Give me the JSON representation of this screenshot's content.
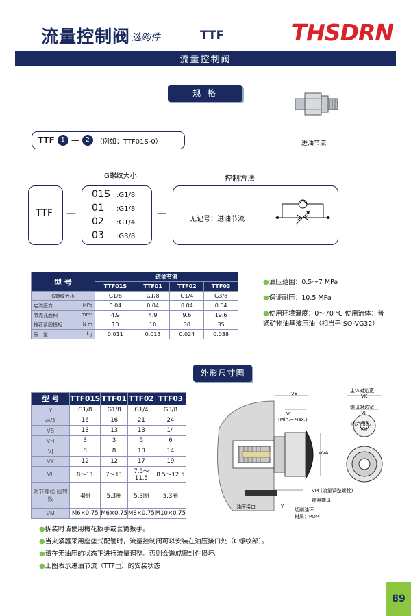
{
  "header": {
    "title": "流量控制阀",
    "subtitle": "选购件",
    "code": "TTF",
    "brand": "THSDRN",
    "band_title": "流量控制阀"
  },
  "spec_section": {
    "label": "规  格",
    "model_prefix": "TTF",
    "circle1": "1",
    "dash": "—",
    "circle2": "2",
    "example": "（例如：TTF01S-0）",
    "product_caption": "进油节流",
    "thread_caption": "G螺纹大小",
    "control_caption": "控制方法",
    "ttf_label": "TTF",
    "dash_left": "—",
    "dash_right": "—",
    "sizes": [
      {
        "code": "01S",
        "thread": ":G1/8"
      },
      {
        "code": "01",
        "thread": ":G1/8"
      },
      {
        "code": "02",
        "thread": ":G1/4"
      },
      {
        "code": "03",
        "thread": ":G3/8"
      }
    ],
    "control_text": "无记号：进油节流"
  },
  "spec_table": {
    "model_header": "型 号",
    "group_header": "进油节流",
    "models": [
      "TTF01S",
      "TTF01",
      "TTF02",
      "TTF03"
    ],
    "rows": [
      {
        "label": "G螺纹大小",
        "unit": "",
        "values": [
          "G1/8",
          "G1/8",
          "G1/4",
          "G3/8"
        ]
      },
      {
        "label": "启流压力",
        "unit": "MPa",
        "values": [
          "0.04",
          "0.04",
          "0.04",
          "0.04"
        ]
      },
      {
        "label": "节流孔面积",
        "unit": "mm²",
        "values": [
          "4.9",
          "4.9",
          "9.6",
          "19.6"
        ]
      },
      {
        "label": "推荐紧固扭矩",
        "unit": "N·m",
        "values": [
          "10",
          "10",
          "30",
          "35"
        ]
      },
      {
        "label": "质　量",
        "unit": "kg",
        "values": [
          "0.011",
          "0.013",
          "0.024",
          "0.038"
        ]
      }
    ]
  },
  "spec_notes": [
    "油压范围：0.5～7 MPa",
    "保证耐压：10.5 MPa",
    "使用环境温度：0～70 ℃  使用流体：普通矿物油基液压油（相当于ISO-VG32）"
  ],
  "dim_section": {
    "label": "外形尺寸图"
  },
  "dim_table": {
    "model_header": "型 号",
    "models": [
      "TTF01S",
      "TTF01",
      "TTF02",
      "TTF03"
    ],
    "rows": [
      {
        "label": "Y",
        "values": [
          "G1/8",
          "G1/8",
          "G1/4",
          "G3/8"
        ]
      },
      {
        "label": "øVA",
        "values": [
          "16",
          "16",
          "21",
          "24"
        ]
      },
      {
        "label": "VB",
        "values": [
          "13",
          "13",
          "13",
          "14"
        ]
      },
      {
        "label": "VH",
        "values": [
          "3",
          "3",
          "5",
          "6"
        ]
      },
      {
        "label": "VJ",
        "values": [
          "8",
          "8",
          "10",
          "14"
        ]
      },
      {
        "label": "VK",
        "values": [
          "12",
          "12",
          "17",
          "19"
        ]
      },
      {
        "label": "VL",
        "values": [
          "8～11",
          "7～11",
          "7.5～11.5",
          "8.5～12.5"
        ]
      },
      {
        "label": "调节螺栓 回转数",
        "values": [
          "4圈",
          "5.3圈",
          "5.3圈",
          "5.3圈"
        ]
      },
      {
        "label": "VM",
        "values": [
          "M6×0.75",
          "M6×0.75",
          "M8×0.75",
          "M10×0.75"
        ]
      }
    ]
  },
  "drawing_labels": {
    "vb": "VB",
    "vl": "VL",
    "vl_range": "(Min.~Max.)",
    "ova": "øVA",
    "main_width": "主体对边宽",
    "vk": "VK",
    "nut_width": "螺母对边宽",
    "vj": "VJ",
    "hex": "内六角孔",
    "vh": "VH",
    "vm": "VM (流量调整螺栓)",
    "lock_nut": "锁紧螺母",
    "seal_nut": "切削油环",
    "material": "材质：POM",
    "oil_port": "油压接口",
    "y": "Y"
  },
  "footer_notes": [
    "拆装时请使用梅花扳手或套筒扳手。",
    "当夹紧器采用座垫式配管时，流量控制阀可以安装在油压接口处（G螺纹部）。",
    "请在无油压的状态下进行流量调整。否则会造成密封件损坏。",
    "上图表示进油节流（TTF□）的安装状态"
  ],
  "page_number": "89",
  "colors": {
    "navy": "#1a2a5e",
    "brand_red": "#d8232a",
    "accent_green": "#8dc63f",
    "row_header": "#c5cce3"
  }
}
